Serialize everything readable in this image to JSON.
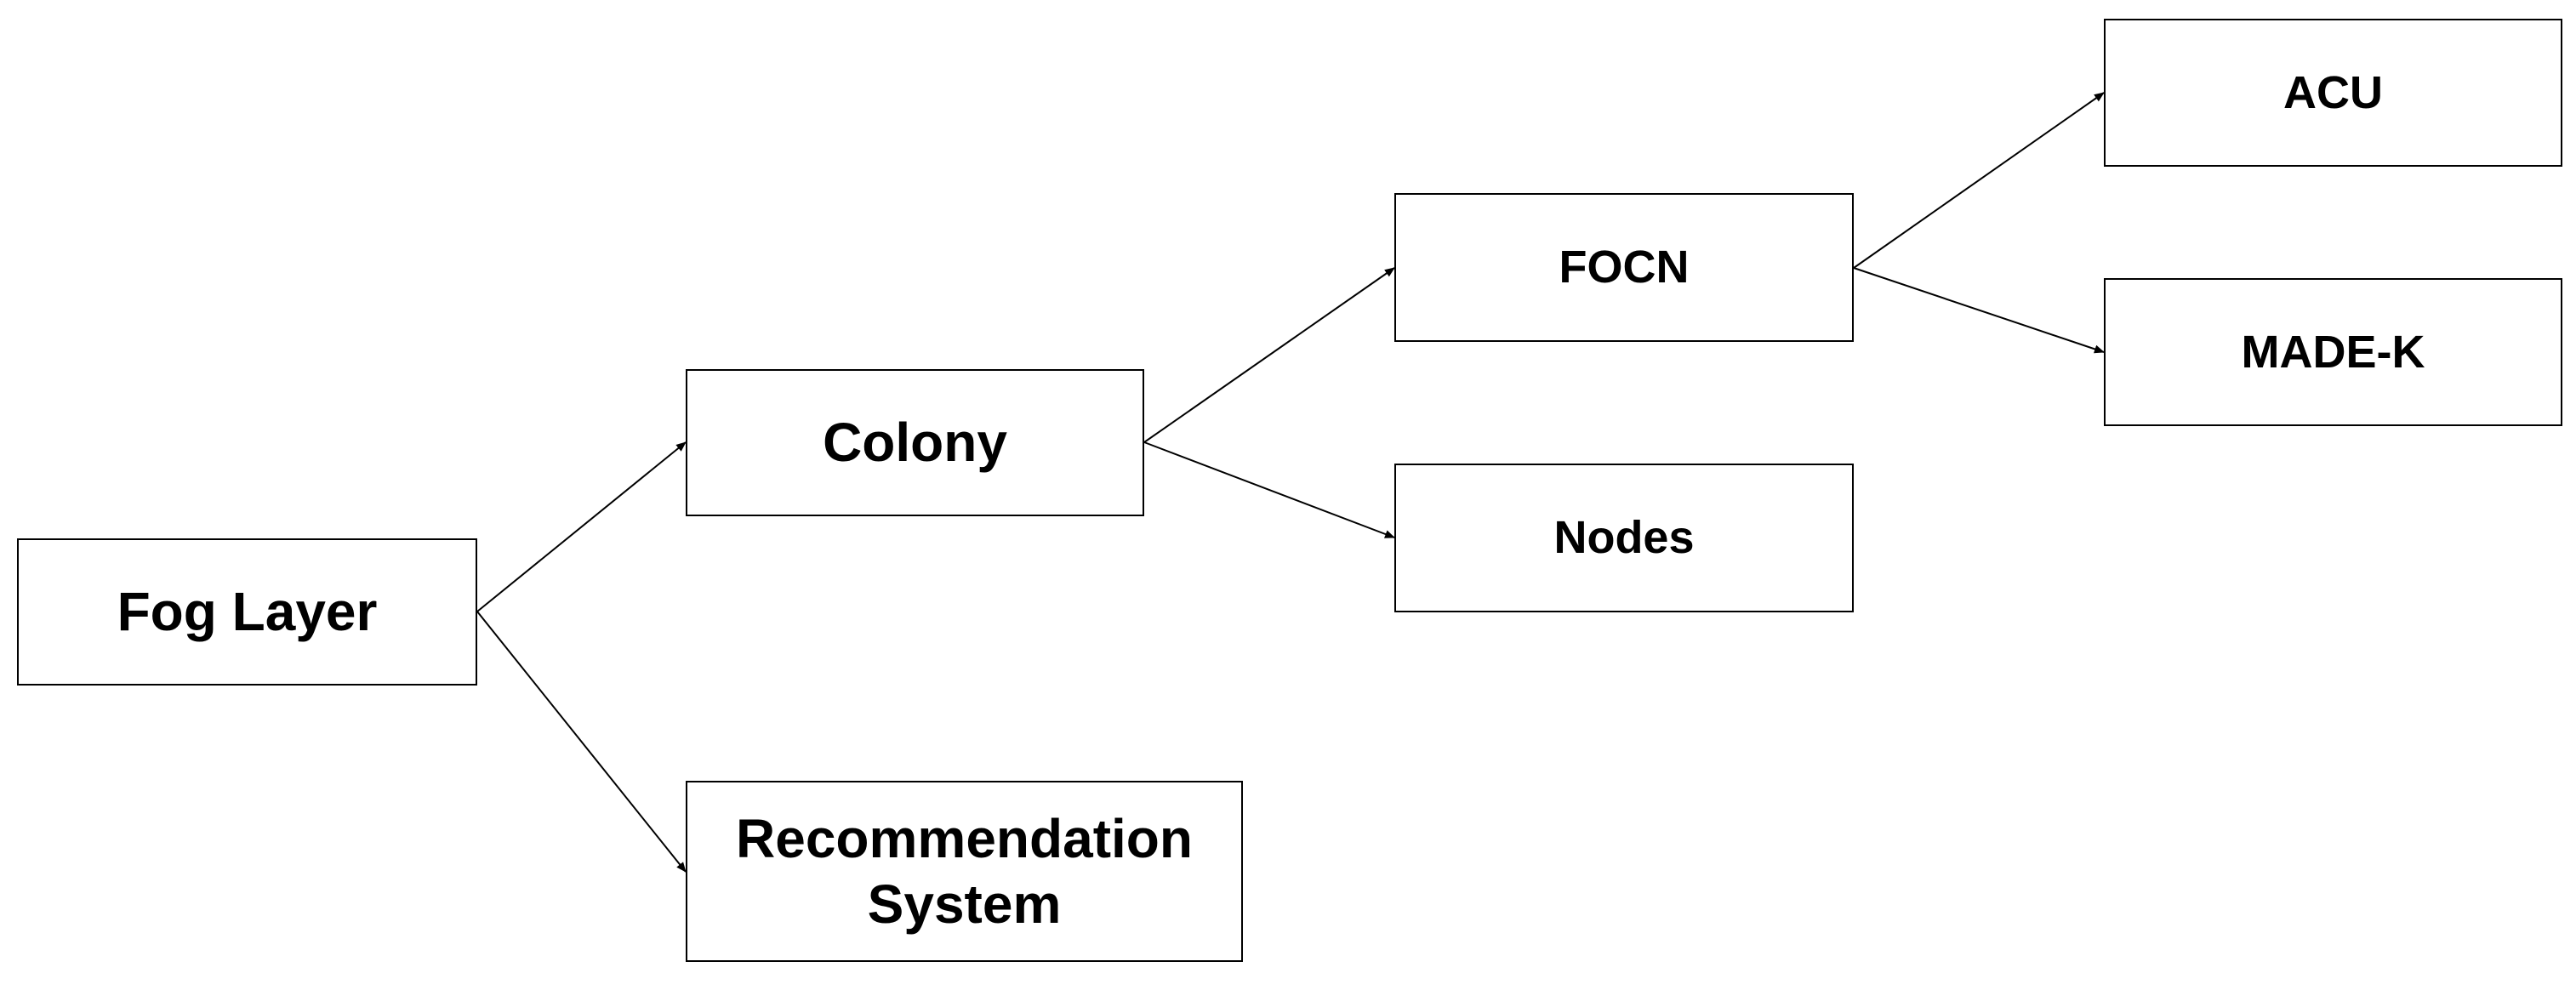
{
  "nodes": {
    "fog_layer": "Fog Layer",
    "recommendation_system": "Recommendation System",
    "colony": "Colony",
    "focn": "FOCN",
    "nodes": "Nodes",
    "acu": "ACU",
    "made_k": "MADE-K"
  },
  "edges": [
    {
      "from": "fog_layer",
      "to": "colony"
    },
    {
      "from": "fog_layer",
      "to": "recommendation_system"
    },
    {
      "from": "colony",
      "to": "focn"
    },
    {
      "from": "colony",
      "to": "nodes"
    },
    {
      "from": "focn",
      "to": "acu"
    },
    {
      "from": "focn",
      "to": "made_k"
    }
  ],
  "colors": {
    "line": "#000000",
    "box_border": "#000000",
    "background": "#ffffff"
  }
}
